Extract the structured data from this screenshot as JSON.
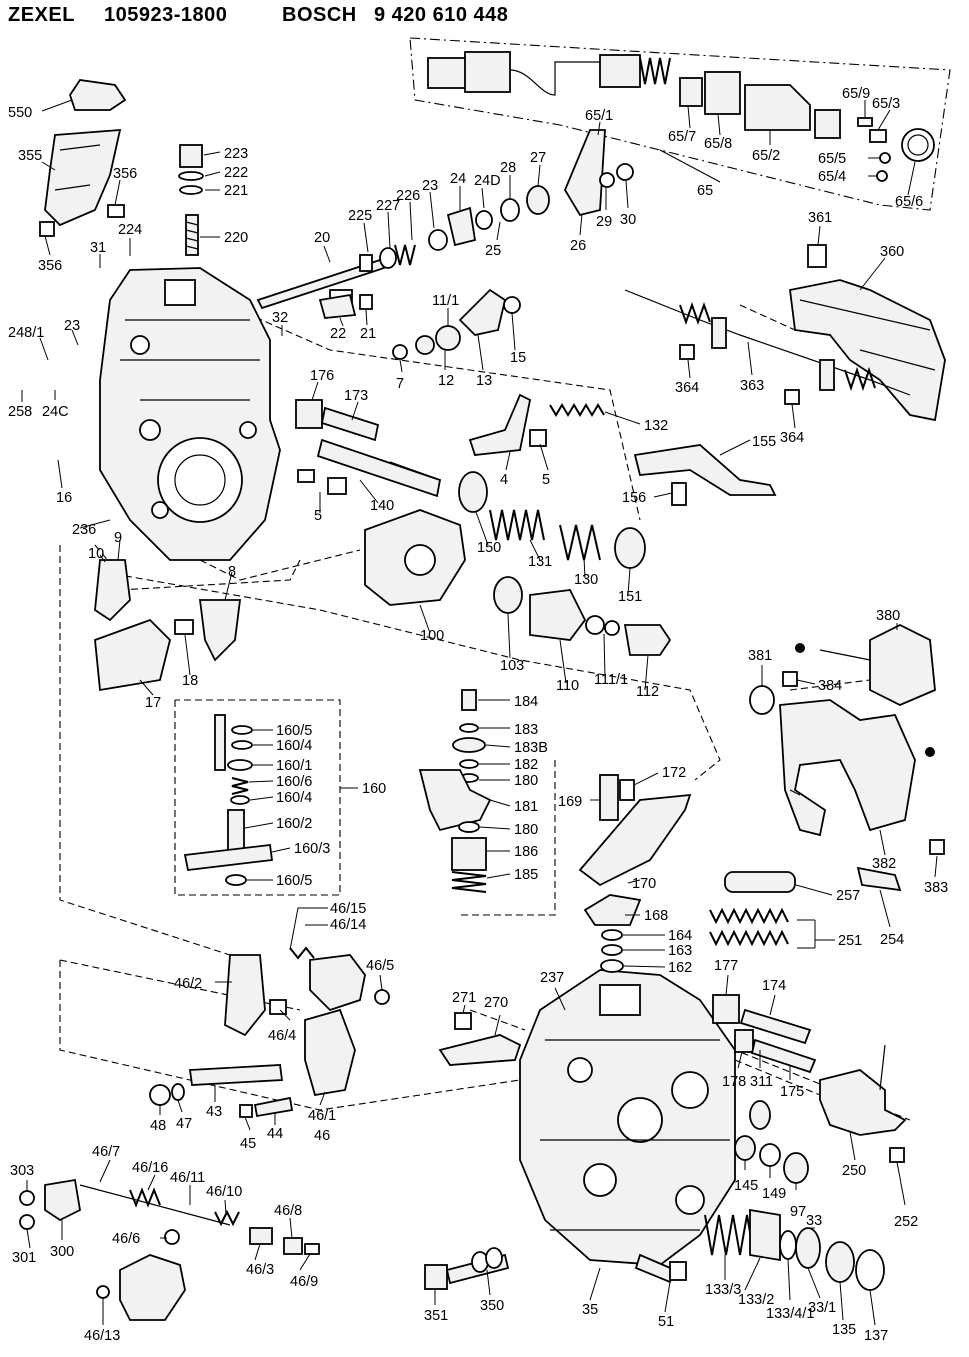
{
  "header": {
    "maker": "ZEXEL",
    "maker_number": "105923-1800",
    "oem": "BOSCH",
    "oem_number": "9 420 610 448"
  },
  "callouts": {
    "c550": "550",
    "c355": "355",
    "c356a": "356",
    "c356b": "356",
    "c31": "31",
    "c223": "223",
    "c222": "222",
    "c221": "221",
    "c220": "220",
    "c224": "224",
    "c20": "20",
    "c225": "225",
    "c227": "227",
    "c226": "226",
    "c23a": "23",
    "c24": "24",
    "c24d": "24D",
    "c28": "28",
    "c27": "27",
    "c25": "25",
    "c26": "26",
    "c29": "29",
    "c30": "30",
    "c65_1": "65/1",
    "c65_7": "65/7",
    "c65_8": "65/8",
    "c65_2": "65/2",
    "c65": "65",
    "c65_9": "65/9",
    "c65_3": "65/3",
    "c65_5": "65/5",
    "c65_4": "65/4",
    "c65_6": "65/6",
    "c361": "361",
    "c360": "360",
    "c364a": "364",
    "c363": "363",
    "c364b": "364",
    "c32": "32",
    "c22": "22",
    "c21": "21",
    "c11_1": "11/1",
    "c15": "15",
    "c7": "7",
    "c12": "12",
    "c13": "13",
    "c248_1": "248/1",
    "c23b": "23",
    "c258": "258",
    "c24c": "24C",
    "c16": "16",
    "c176": "176",
    "c173": "173",
    "c132": "132",
    "c4": "4",
    "c5a": "5",
    "c155": "155",
    "c156": "156",
    "c140": "140",
    "c5b": "5",
    "c150": "150",
    "c131": "131",
    "c130": "130",
    "c151": "151",
    "c236": "236",
    "c10": "10",
    "c9": "9",
    "c8": "8",
    "c100": "100",
    "c103": "103",
    "c110": "110",
    "c111_1": "111/1",
    "c112": "112",
    "c380": "380",
    "c381": "381",
    "c384": "384",
    "c17": "17",
    "c18": "18",
    "c184": "184",
    "c183": "183",
    "c183b": "183B",
    "c182": "182",
    "c180a": "180",
    "c181": "181",
    "c180b": "180",
    "c186": "186",
    "c185": "185",
    "c169": "169",
    "c172": "172",
    "c170": "170",
    "c160_5a": "160/5",
    "c160_4a": "160/4",
    "c160_1": "160/1",
    "c160_6": "160/6",
    "c160_4b": "160/4",
    "c160_2": "160/2",
    "c160_3": "160/3",
    "c160_5b": "160/5",
    "c160": "160",
    "c382": "382",
    "c383": "383",
    "c257": "257",
    "c254": "254",
    "c168": "168",
    "c164": "164",
    "c163": "163",
    "c162": "162",
    "c251": "251",
    "c46_15": "46/15",
    "c46_14": "46/14",
    "c46_2": "46/2",
    "c46_5": "46/5",
    "c46_4": "46/4",
    "c271": "271",
    "c270": "270",
    "c237": "237",
    "c177": "177",
    "c174": "174",
    "c178": "178",
    "c311": "311",
    "c175": "175",
    "c48": "48",
    "c47": "47",
    "c43": "43",
    "c45": "45",
    "c44": "44",
    "c46_1": "46/1",
    "c46": "46",
    "c250": "250",
    "c145": "145",
    "c149": "149",
    "c97": "97",
    "c252": "252",
    "c303": "303",
    "c46_7": "46/7",
    "c46_16": "46/16",
    "c46_11": "46/11",
    "c46_10": "46/10",
    "c46_8": "46/8",
    "c300": "300",
    "c301": "301",
    "c46_6": "46/6",
    "c46_3": "46/3",
    "c46_9": "46/9",
    "c46_13": "46/13",
    "c33": "33",
    "c133_3": "133/3",
    "c133_2": "133/2",
    "c133_4_1": "133/4/1",
    "c33_1": "33/1",
    "c135": "135",
    "c137": "137",
    "c351": "351",
    "c350": "350",
    "c35": "35",
    "c51": "51"
  }
}
